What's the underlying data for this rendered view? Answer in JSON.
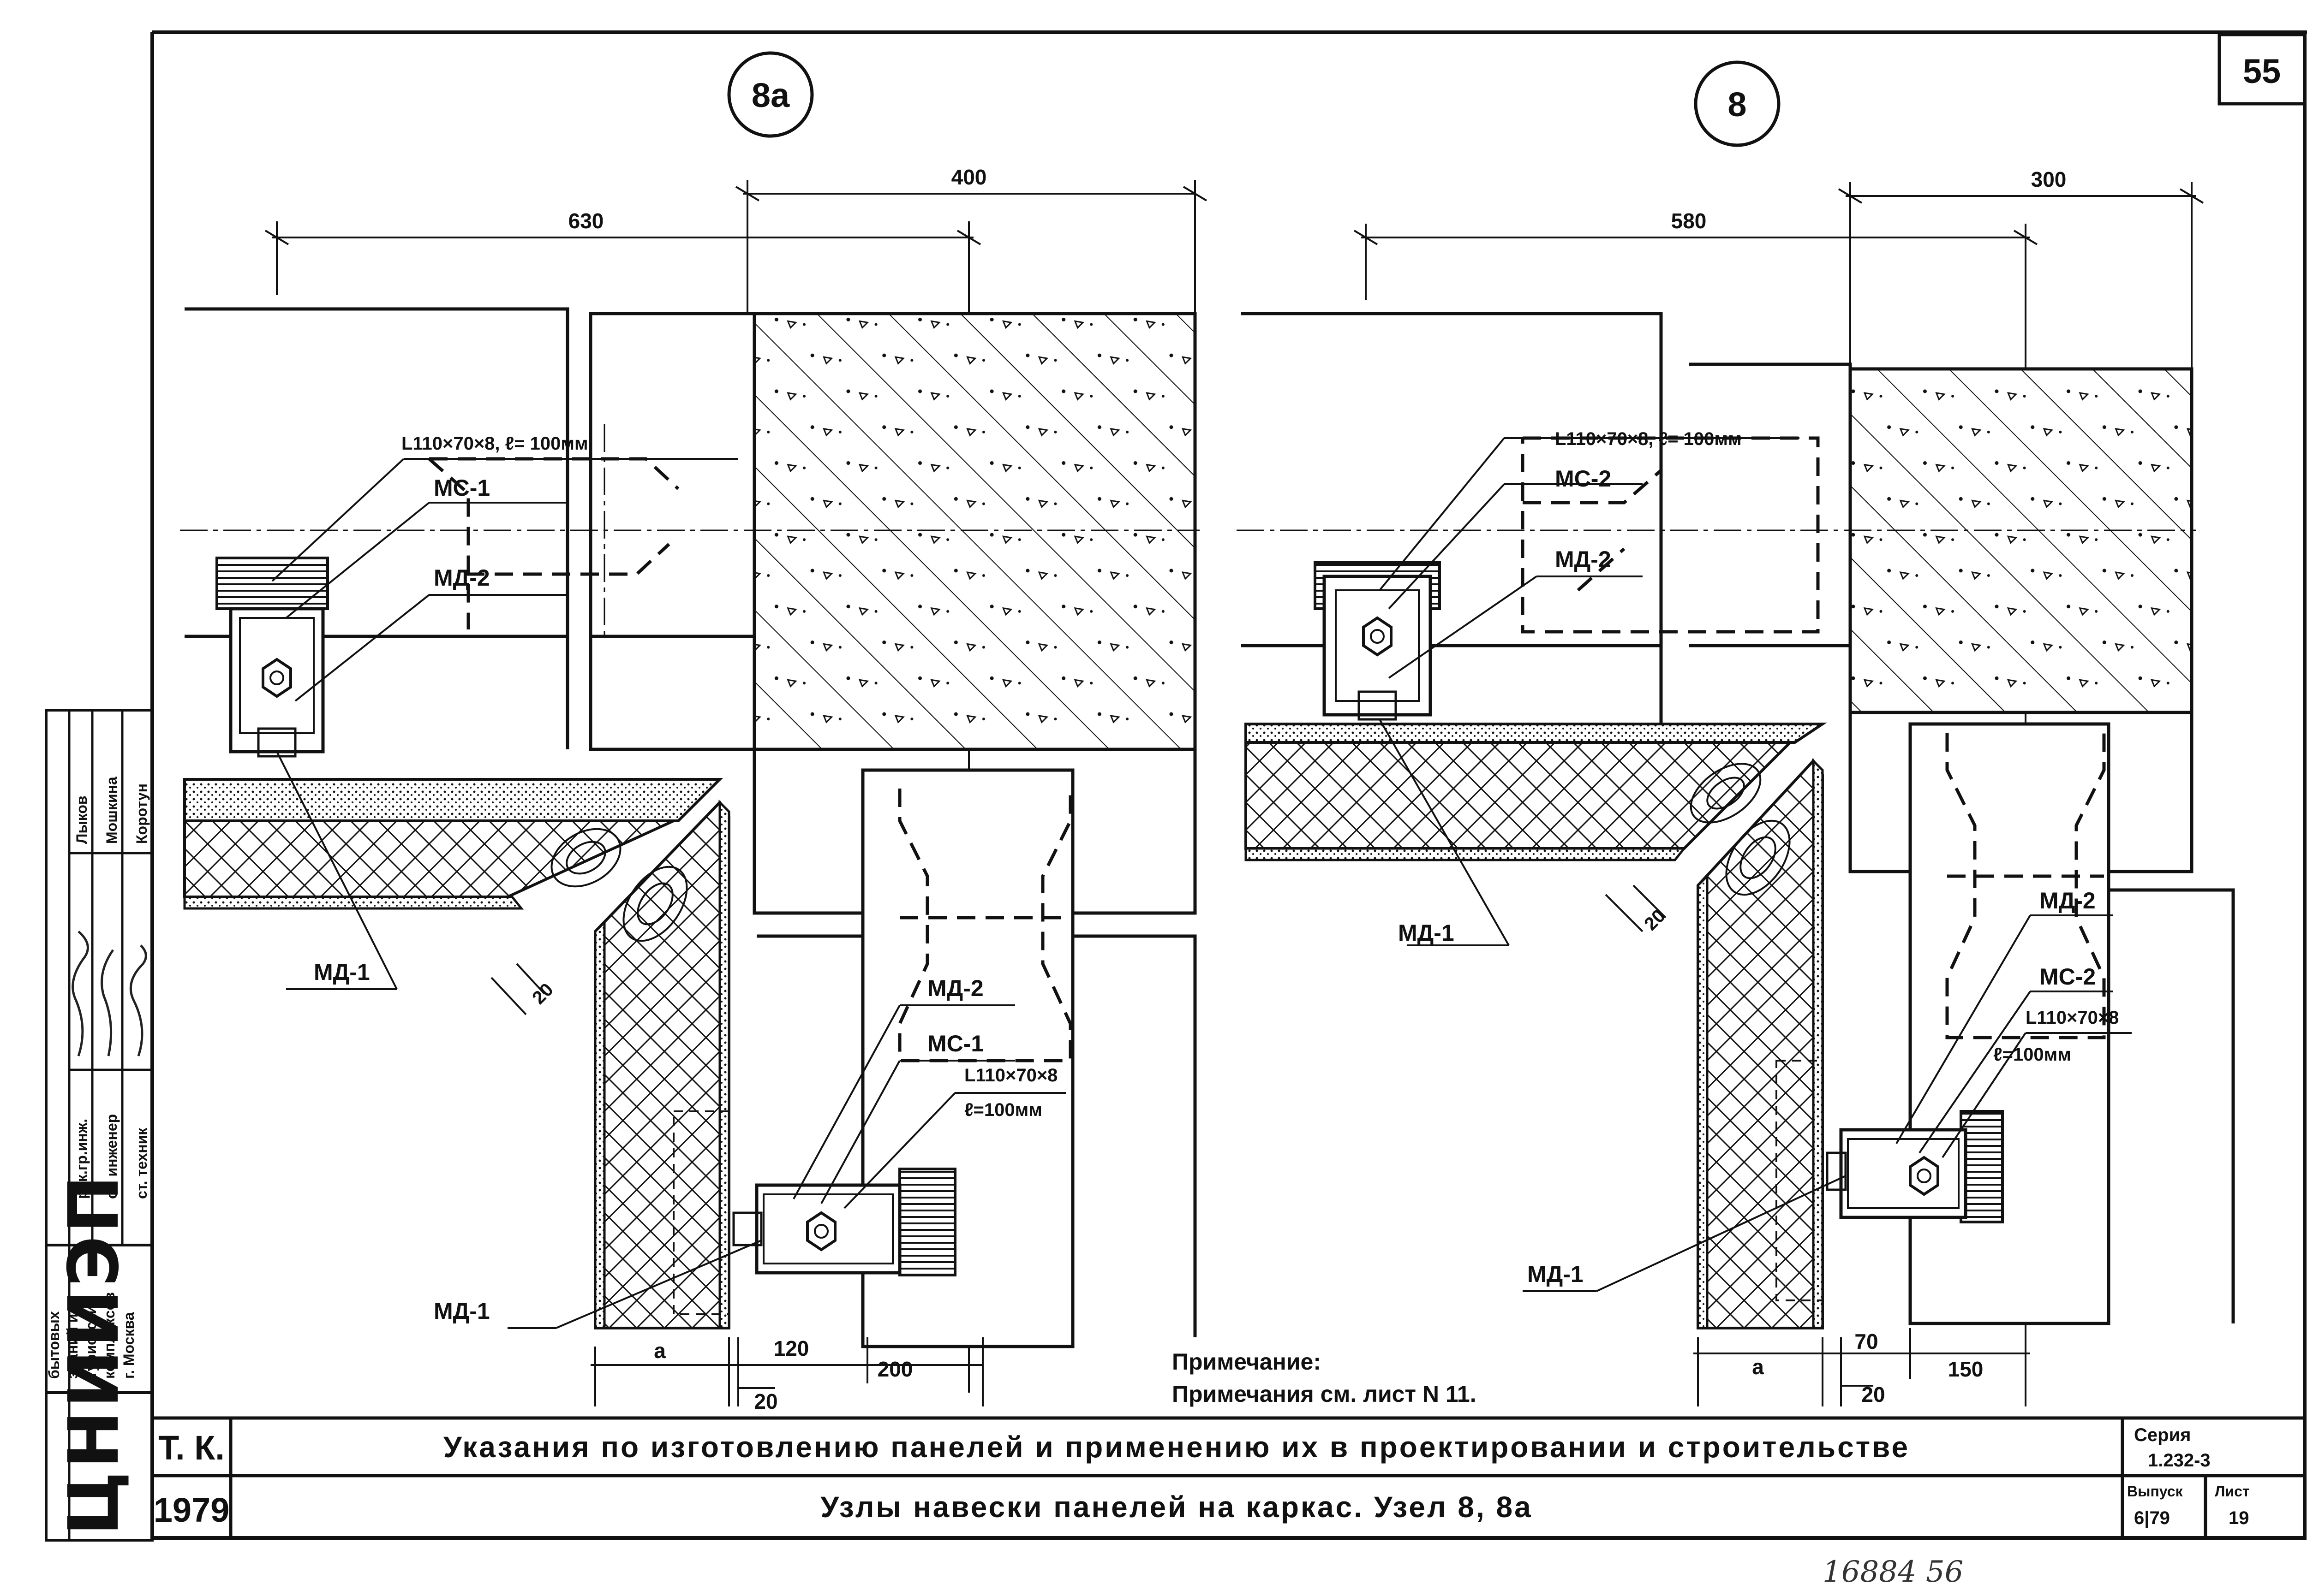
{
  "sheet": {
    "page_number": "55",
    "footer_numbers": "16884   56"
  },
  "nodes": {
    "left": {
      "marker": "8a",
      "dims": {
        "top_a": "400",
        "top_b": "630",
        "bottom_a": "a",
        "bottom_b": "120",
        "bottom_c": "200",
        "bottom_d": "20",
        "side": "20"
      },
      "labels": {
        "angle_top": "L110×70×8,  ℓ= 100мм",
        "mc1": "МС-1",
        "md2": "МД-2",
        "md1_left": "МД-1",
        "md2_b": "МД-2",
        "mc1_b": "МС-1",
        "angle_b": "L110×70×8",
        "length_b": "ℓ=100мм",
        "md1_b": "МД-1"
      }
    },
    "right": {
      "marker": "8",
      "dims": {
        "top_a": "300",
        "top_b": "580",
        "bottom_a": "a",
        "bottom_b": "70",
        "bottom_c": "150",
        "bottom_d": "20",
        "side": "20"
      },
      "labels": {
        "angle_top": "L110×70×8,  ℓ= 100мм",
        "mc2": "МС-2",
        "md2": "МД-2",
        "md1": "МД-1",
        "md2_b": "МД-2",
        "mc2_b": "МС-2",
        "angle_b": "L110×70×8",
        "length_b": "ℓ=100мм",
        "md1_b": "МД-1"
      }
    }
  },
  "note": {
    "title": "Примечание:",
    "text": "Примечания см. лист  N 11."
  },
  "side_stamp": {
    "logo": "ЦНИИЭП",
    "org": [
      "бытовых",
      "зданий и",
      "туристских",
      "комплексов",
      "г. Москва"
    ],
    "roles": [
      "рук.гр.инж.",
      "ст. инженер",
      "ст. техник"
    ],
    "names": [
      "Лыков",
      "Мошкина",
      "Коротун"
    ]
  },
  "title_block": {
    "code": "Т. К.",
    "year": "1979",
    "title1": "Указания по изготовлению панелей и применению их в проектировании и строительстве",
    "title2": "Узлы навески панелей на каркас. Узел 8, 8а",
    "series_label": "Серия",
    "series_value": "1.232-3",
    "issue_label": "Выпуск",
    "issue_value": "6|79",
    "sheet_label": "Лист",
    "sheet_value": "19"
  }
}
